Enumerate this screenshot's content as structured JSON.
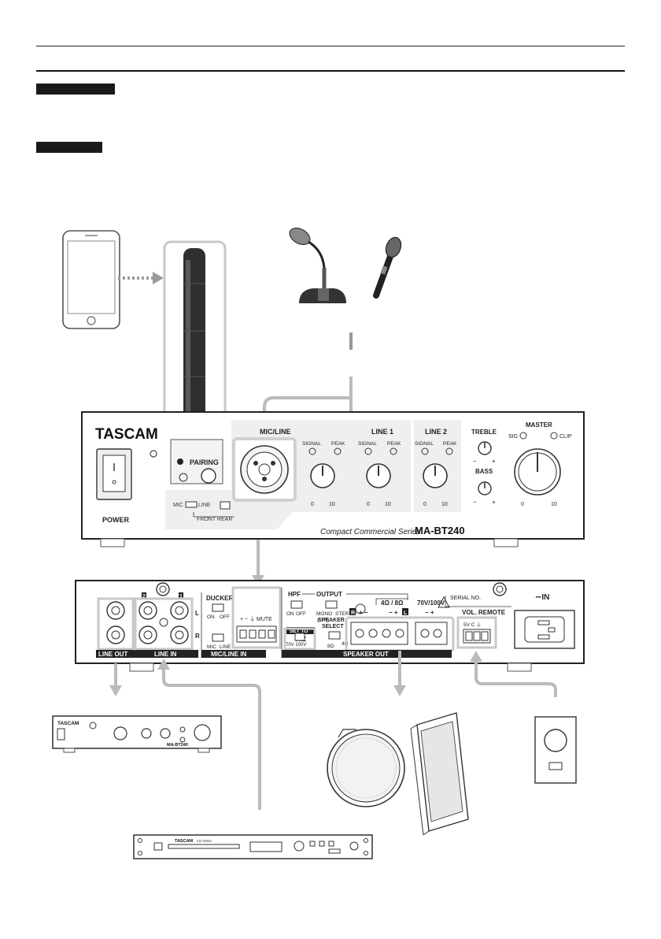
{
  "header": {
    "caption": ""
  },
  "front_panel": {
    "brand": "TASCAM",
    "power_label": "POWER",
    "pairing_label": "PAIRING",
    "mic_line_section": "MIC/LINE",
    "line1_section": "LINE 1",
    "line2_section": "LINE 2",
    "signal_label": "SIGNAL",
    "peak_label": "PEAK",
    "treble_label": "TREBLE",
    "bass_label": "BASS",
    "master_label": "MASTER",
    "sig_label": "SIG",
    "clip_label": "CLIP",
    "knob_min": "0",
    "knob_max": "10",
    "minus": "−",
    "plus": "+",
    "mic_switch": "MIC",
    "line_switch": "LINE",
    "front_rear": "FRONT    REAR",
    "series": "Compact Commercial Series",
    "model": "MA-BT240"
  },
  "rear_panel": {
    "line_out": "LINE OUT",
    "line_in": "LINE IN",
    "ch2": "2",
    "ch1": "1",
    "l": "L",
    "r": "R",
    "ducker": "DUCKER",
    "on": "ON",
    "off": "OFF",
    "mic": "MIC",
    "line": "LINE",
    "mic_line_in": "MIC/LINE IN",
    "mute_terminal": "+  −  ⏚  MUTE",
    "hpf": "HPF",
    "output": "OUTPUT",
    "mono": "MONO",
    "mono_sub": "(L+R)",
    "stereo": "STEREO",
    "set_to": "SET TO",
    "hiz": "HIZ",
    "v70_100": "70V  100V",
    "speaker_select": "SPEAKER",
    "speaker_select_2": "SELECT",
    "ohm8": "8Ω",
    "ohm4": "4Ω",
    "ohm48": "4Ω / 8Ω",
    "v70v100": "70V/100V",
    "speaker_out": "SPEAKER OUT",
    "serial": "SERIAL NO.",
    "ac_in": "∼IN",
    "vol_remote": "VOL. REMOTE",
    "remote_pins": "5V  C  ⏚",
    "r_box": "R",
    "l_box": "L"
  },
  "devices": {
    "sub_brand": "TASCAM",
    "sub_model": "MA-BT240",
    "player_brand": "TASCAM",
    "player_model": "CD-400U"
  }
}
